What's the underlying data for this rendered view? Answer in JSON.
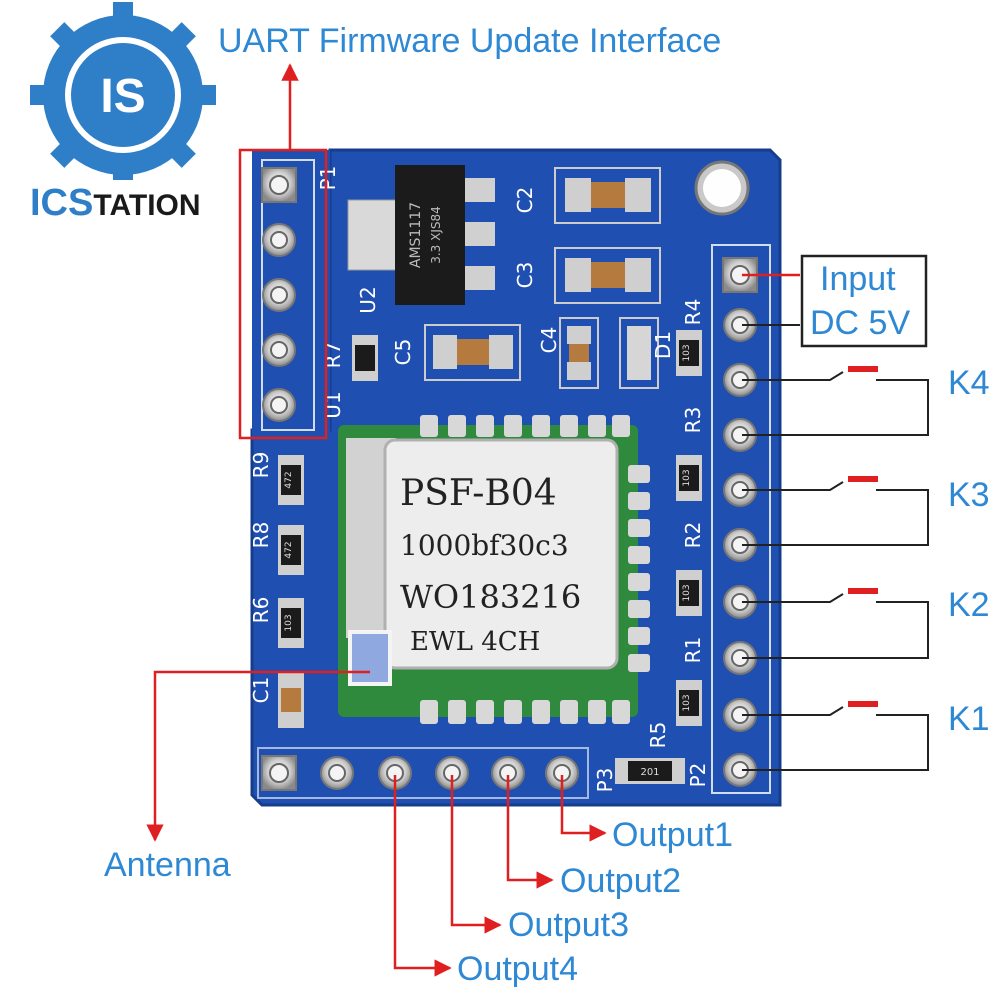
{
  "brand": {
    "logo_initials": "IS",
    "name_prefix": "ICS",
    "name_suffix": "TATION",
    "colors": {
      "gear": "#2e7fc8",
      "ics": "#2e7fc8",
      "tation": "#1a1a1a"
    }
  },
  "board": {
    "pcb_color": "#1f4fb0",
    "module_label": [
      "PSF-B04",
      "1000bf30c3",
      "WO183216",
      "EWL  4CH"
    ],
    "regulator_label": [
      "AMS1117",
      "3.3 XJS84"
    ],
    "resistor_codes": {
      "r1": "103",
      "r2": "103",
      "r3": "103",
      "r4": "103",
      "r6": "103",
      "r8": "472",
      "r9": "472",
      "r10": "201"
    },
    "silkscreen": {
      "p1": "P1",
      "p2": "P2",
      "p3": "P3",
      "u1": "U1",
      "u2": "U2",
      "c1": "C1",
      "c2": "C2",
      "c3": "C3",
      "c4": "C4",
      "c5": "C5",
      "d1": "D1",
      "r1": "R1",
      "r2": "R2",
      "r3": "R3",
      "r4": "R4",
      "r5": "R5",
      "r6": "R6",
      "r7": "R7",
      "r8": "R8",
      "r9": "R9"
    }
  },
  "annotations": {
    "uart": "UART Firmware Update Interface",
    "input_line1": "Input",
    "input_line2": "DC 5V",
    "k4": "K4",
    "k3": "K3",
    "k2": "K2",
    "k1": "K1",
    "antenna": "Antenna",
    "output1": "Output1",
    "output2": "Output2",
    "output3": "Output3",
    "output4": "Output4"
  },
  "colors": {
    "label": "#2e88d4",
    "arrow": "#e02020",
    "switch_wire": "#222222"
  }
}
